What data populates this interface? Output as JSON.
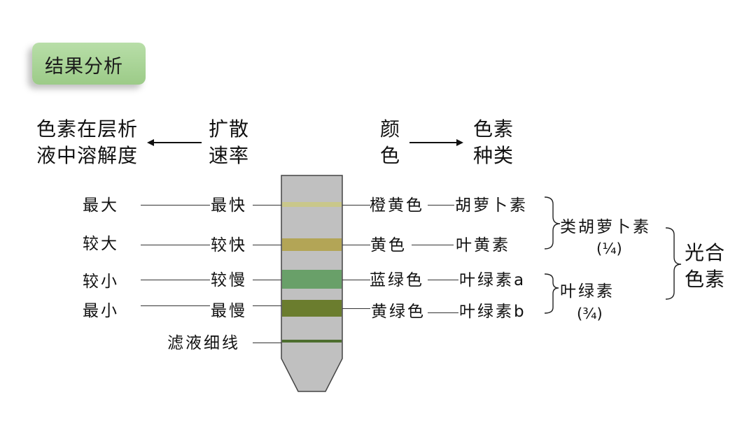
{
  "badge": {
    "label": "结果分析"
  },
  "header": {
    "solubility_line1": "色素在层析",
    "solubility_line2": "液中溶解度",
    "rate_line1": "扩散",
    "rate_line2": "速率",
    "color_line1": "颜",
    "color_line2": "色",
    "type_line1": "色素",
    "type_line2": "种类"
  },
  "rows": [
    {
      "solubility": "最大",
      "rate": "最快",
      "color": "橙黄色",
      "pigment": "胡萝卜素"
    },
    {
      "solubility": "较大",
      "rate": "较快",
      "color": "黄色",
      "pigment": "叶黄素"
    },
    {
      "solubility": "较小",
      "rate": "较慢",
      "color": "蓝绿色",
      "pigment": "叶绿素a"
    },
    {
      "solubility": "最小",
      "rate": "最慢",
      "color": "黄绿色",
      "pigment": "叶绿素b"
    }
  ],
  "origin_line_label": "滤液细线",
  "groups": {
    "carotenoids": {
      "label": "类胡萝卜素",
      "fraction": "(¼)"
    },
    "chlorophylls": {
      "label": "叶绿素",
      "fraction": "(¾)"
    },
    "photosynthetic": {
      "line1": "光合",
      "line2": "色素"
    }
  },
  "colors": {
    "badge": "#a8d394",
    "tube": "#c0c0c0",
    "band_orange_yellow": "#c9c78a",
    "band_yellow": "#b3a556",
    "band_blue_green": "#69a069",
    "band_yellow_green": "#6b7d2e",
    "band_origin": "#4d6e2e"
  }
}
